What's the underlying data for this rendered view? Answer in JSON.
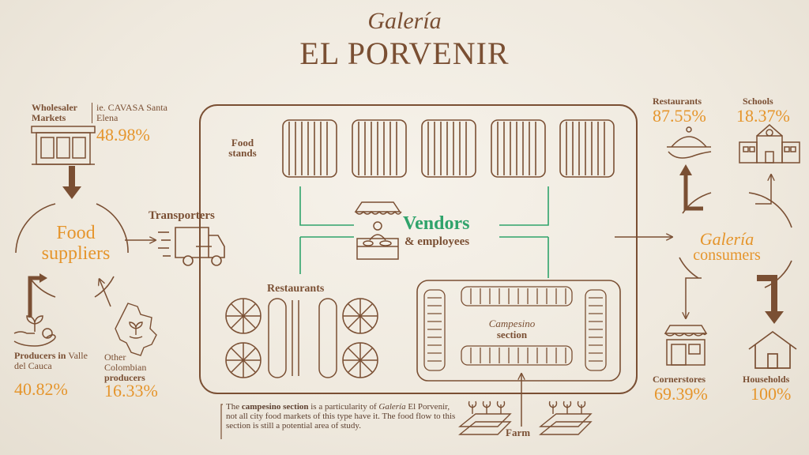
{
  "title": {
    "italic": "Galería",
    "main": "EL PORVENIR"
  },
  "wholesaler": {
    "label": "Wholesaler Markets",
    "example": "ie. CAVASA Santa Elena",
    "pct": "48.98%"
  },
  "food_suppliers": {
    "label": "Food suppliers"
  },
  "producers_valle": {
    "label_bold": "Producers in",
    "label_rest": "Valle del Cauca",
    "pct": "40.82%"
  },
  "other_producers": {
    "label": "Other Colombian",
    "label_bold": "producers",
    "pct": "16.33%"
  },
  "transporters": {
    "label": "Transporters"
  },
  "market": {
    "food_stands": "Food stands",
    "vendors": "Vendors",
    "employees": "& employees",
    "restaurants": "Restaurants",
    "campesino_italic": "Campesino",
    "campesino_section": "section"
  },
  "farm": {
    "label": "Farm"
  },
  "note": {
    "t1": "The ",
    "t2": "campesino section",
    "t3": " is a particularity of ",
    "t4": "Galería",
    "t5": "El Porvenir, not all city food markets of this type have it. The food flow to this section is still a potential area of study."
  },
  "consumers": {
    "italic": "Galería",
    "label": "consumers"
  },
  "restaurants_c": {
    "label": "Restaurants",
    "pct": "87.55%"
  },
  "schools": {
    "label": "Schools",
    "pct": "18.37%"
  },
  "cornerstores": {
    "label": "Cornerstores",
    "pct": "69.39%"
  },
  "households": {
    "label": "Households",
    "pct": "100%"
  },
  "colors": {
    "brown": "#7a4f33",
    "orange": "#e5952c",
    "green": "#2fa36b"
  }
}
